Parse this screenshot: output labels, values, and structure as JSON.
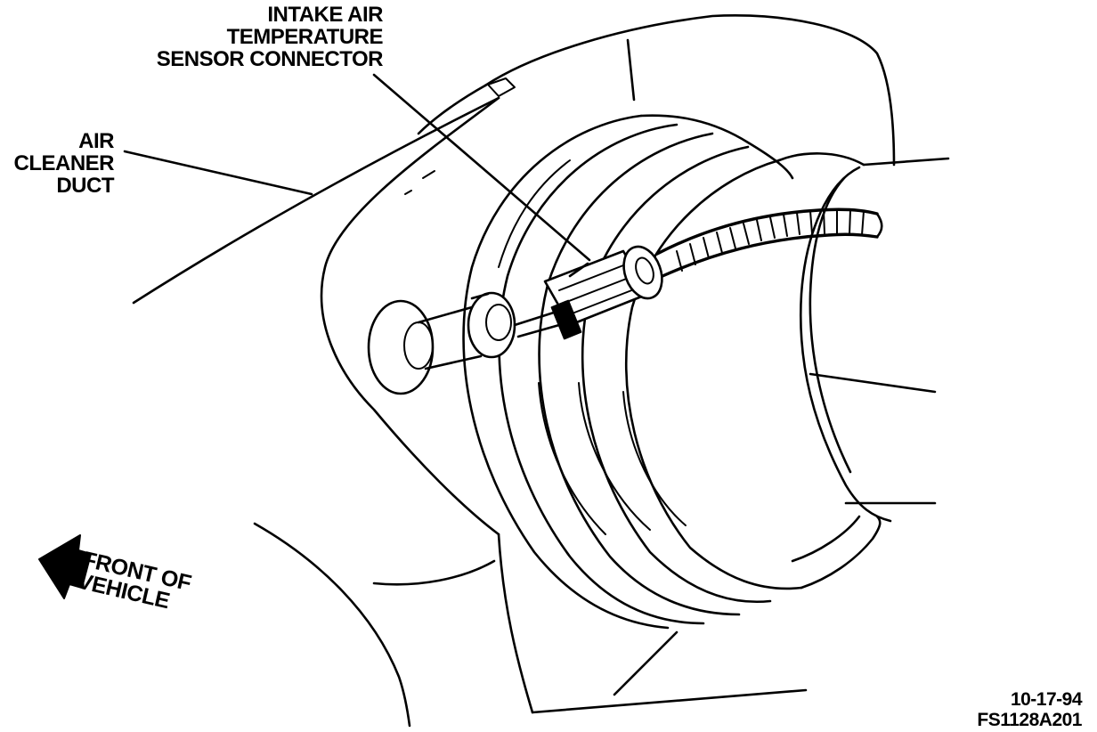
{
  "labels": {
    "intake_sensor": [
      "INTAKE AIR",
      "TEMPERATURE",
      "SENSOR CONNECTOR"
    ],
    "air_cleaner_duct": [
      "AIR",
      "CLEANER",
      "DUCT"
    ],
    "front_of_vehicle": [
      "FRONT OF",
      "VEHICLE"
    ],
    "figure_date": "10-17-94",
    "figure_code": "FS1128A201"
  },
  "colors": {
    "ink": "#000000",
    "paper": "#ffffff"
  },
  "icons": {
    "direction_arrow": "arrow-left-icon"
  }
}
